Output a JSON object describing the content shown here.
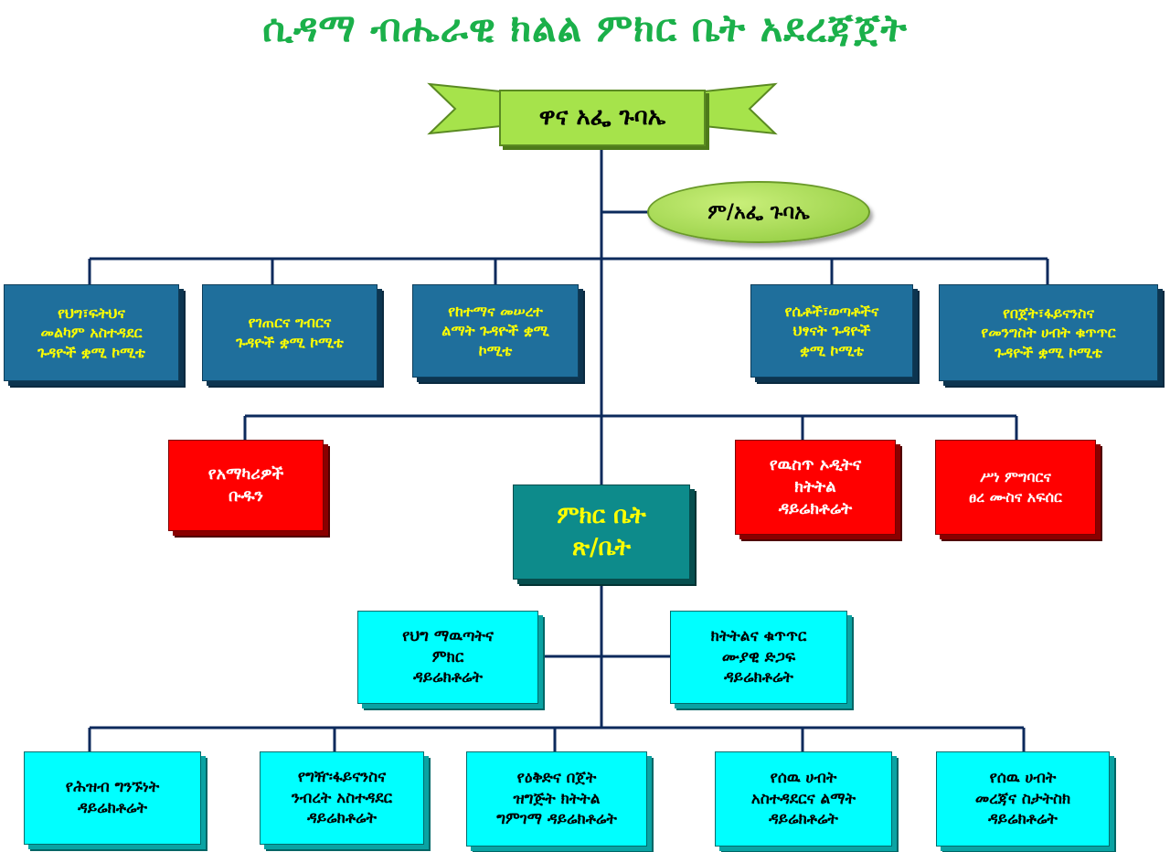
{
  "title": "ሲዳማ ብሔራዊ ክልል ምክር ቤት አደረጃጀት",
  "top_node": "ዋና አፌ ጉባኤ",
  "deputy_node": "ም/አፌ ጉባኤ",
  "committees": [
    "የህግ፣ፍትህና\nመልካም አስተዳደር\nጉዳዮች ቋሚ ኮሚቴ",
    "የገጠርና ግብርና\nጉዳዮች ቋሚ ኮሚቴ",
    "የከተማና   መሠረተ\nልማት ጉዳዮች ቋሚ\nኮሚቴ",
    "የሴቶች፣ወጣቶችና\nህፃናት  ጉዳዮች\nቋሚ ኮሚቴ",
    "የበጀት፣ፋይናንስና\nየመንግስት ሀብት ቁጥጥር\nጉዳዮች ቋሚ ኮሚቴ"
  ],
  "red_units": [
    "የአማካሪዎች\nቡዱን",
    "የዉስጥ ኦዲትና\nክትትል\nዳይሬክቶሬት",
    "ሥነ ምግባርና\nፀረ ሙስና አፍሰር"
  ],
  "secretariat": "ምክር ቤት\nጽ/ቤት",
  "mid_directorates": [
    "የህግ ማዉጣትና\nምክር\nዳይሬክቶሬት",
    "ክትትልና ቁጥጥር\nሙያዊ ድጋፍ\nዳይሬክቶሬት"
  ],
  "bottom_directorates": [
    "የሕዝብ ግንኙነት\nዳይሬክቶሬት",
    "የግዥ፡ፋይናንስና\nንብረት አስተዳደር\nዳይሬክቶሬት",
    "የዕቅድና በጀት\nዝግጅት ክትትል\nግምገማ ዳይሬክቶሬት",
    "የሰዉ ሀብት\nአስተዳደርና ልማት\nዳይሬክቶሬት",
    "የሰዉ ሀብት\nመረጃና ስታትስክ\nዳይሬክቶሬት"
  ],
  "colors": {
    "title": "#1bb04a",
    "committee": "#1f6f9c",
    "red": "#ff0000",
    "cyan": "#00ffff",
    "teal": "#0d8b8b",
    "top_green": "#a6e34b",
    "connector": "#0c2a5c"
  }
}
